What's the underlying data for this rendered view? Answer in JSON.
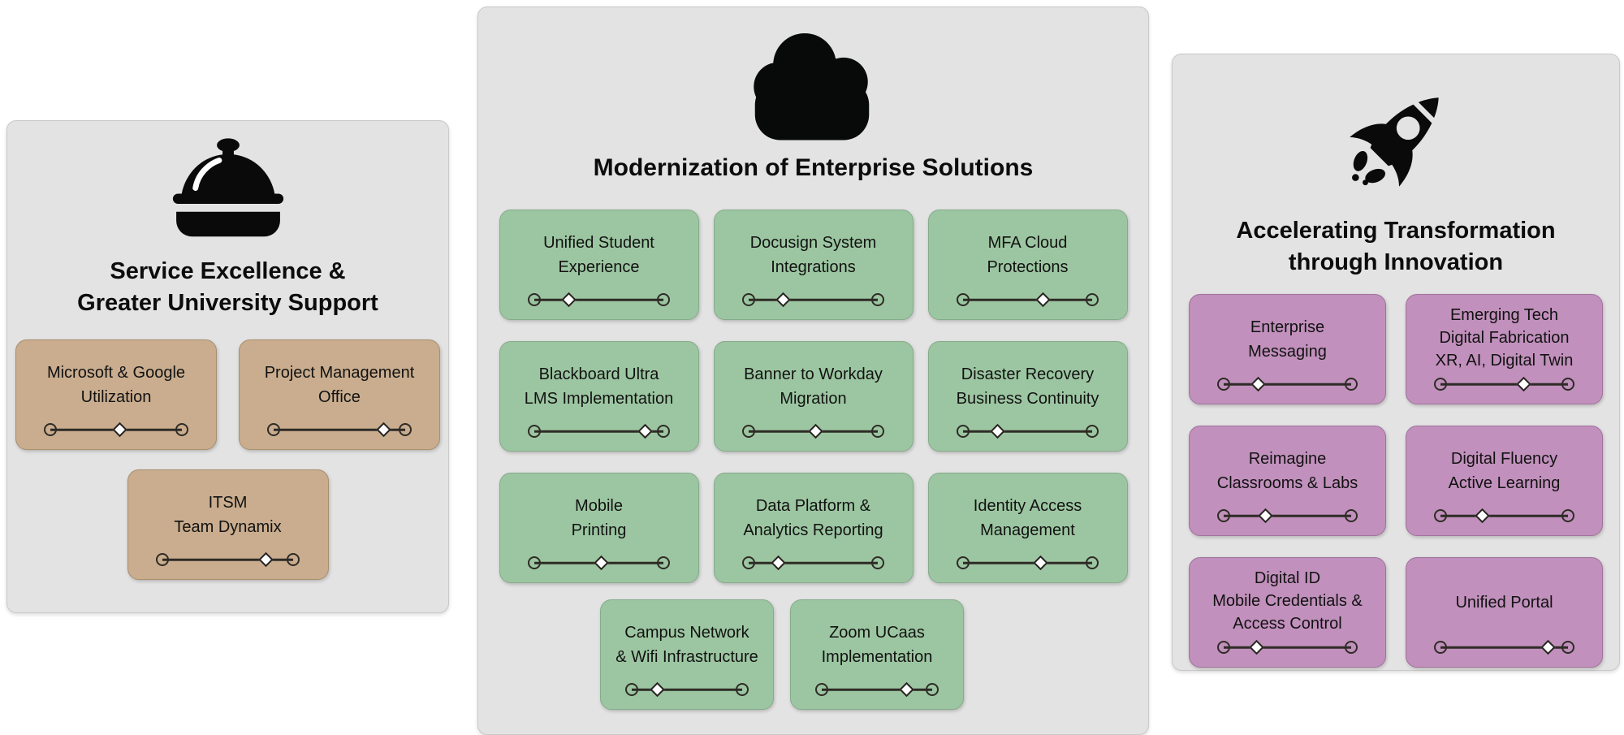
{
  "panels": [
    {
      "title": "Service Excellence &\nGreater University Support",
      "icon": "cloche-icon",
      "card_color": "#c9ad8e",
      "card_border": "#a88f6f",
      "cards": [
        {
          "label": "Microsoft & Google\nUtilization",
          "progress": 53
        },
        {
          "label": "Project Management\nOffice",
          "progress": 84
        },
        {
          "label": "ITSM\nTeam Dynamix",
          "progress": 79
        }
      ]
    },
    {
      "title": "Modernization of Enterprise Solutions",
      "icon": "cloud-icon",
      "card_color": "#9cc6a1",
      "card_border": "#86ab8b",
      "cards": [
        {
          "label": "Unified Student\nExperience",
          "progress": 27
        },
        {
          "label": "Docusign System\nIntegrations",
          "progress": 27
        },
        {
          "label": "MFA Cloud\nProtections",
          "progress": 62
        },
        {
          "label": "Blackboard Ultra\nLMS Implementation",
          "progress": 86
        },
        {
          "label": "Banner to Workday\nMigration",
          "progress": 52
        },
        {
          "label": "Disaster Recovery\nBusiness Continuity",
          "progress": 27
        },
        {
          "label": "Mobile\nPrinting",
          "progress": 52
        },
        {
          "label": "Data Platform &\nAnalytics Reporting",
          "progress": 23
        },
        {
          "label": "Identity Access\nManagement",
          "progress": 60
        },
        {
          "label": "Campus Network\n& Wifi Infrastructure",
          "progress": 23
        },
        {
          "label": "Zoom UCaas\nImplementation",
          "progress": 77
        }
      ]
    },
    {
      "title": "Accelerating Transformation\nthrough Innovation",
      "icon": "rocket-icon",
      "card_color": "#c190bc",
      "card_border": "#a1729d",
      "cards": [
        {
          "label": "Enterprise\nMessaging",
          "progress": 27
        },
        {
          "label": "Emerging Tech\nDigital Fabrication\nXR, AI, Digital Twin",
          "progress": 65
        },
        {
          "label": "Reimagine\nClassrooms & Labs",
          "progress": 33
        },
        {
          "label": "Digital Fluency\nActive Learning",
          "progress": 33
        },
        {
          "label": "Digital ID\nMobile Credentials &\nAccess Control",
          "progress": 26
        },
        {
          "label": "Unified Portal",
          "progress": 84
        }
      ]
    }
  ]
}
